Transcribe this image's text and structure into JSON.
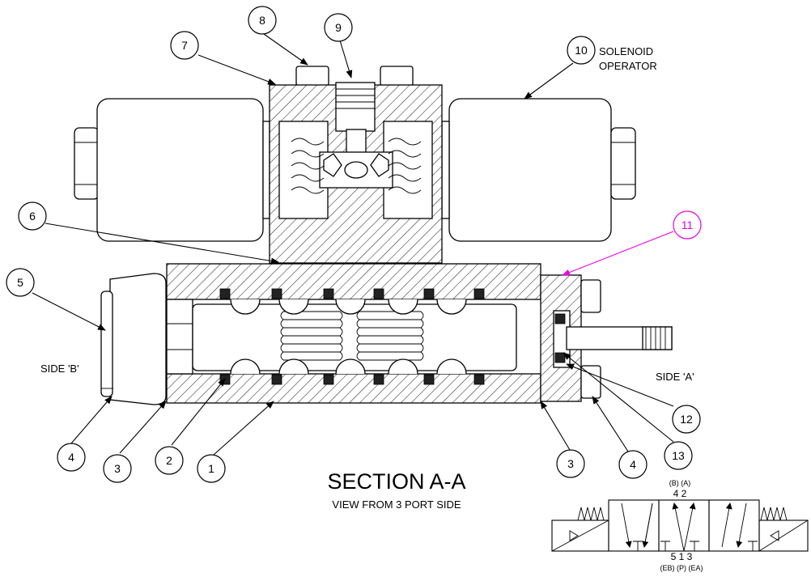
{
  "balloons": [
    {
      "id": "b1",
      "label": "1"
    },
    {
      "id": "b2",
      "label": "2"
    },
    {
      "id": "b3a",
      "label": "3"
    },
    {
      "id": "b3b",
      "label": "3"
    },
    {
      "id": "b4a",
      "label": "4"
    },
    {
      "id": "b4b",
      "label": "4"
    },
    {
      "id": "b5",
      "label": "5"
    },
    {
      "id": "b6",
      "label": "6"
    },
    {
      "id": "b7",
      "label": "7"
    },
    {
      "id": "b8",
      "label": "8"
    },
    {
      "id": "b9",
      "label": "9"
    },
    {
      "id": "b10",
      "label": "10"
    },
    {
      "id": "b11",
      "label": "11"
    },
    {
      "id": "b12",
      "label": "12"
    },
    {
      "id": "b13",
      "label": "13"
    }
  ],
  "callouts": {
    "solenoid_line1": "SOLENOID",
    "solenoid_line2": "OPERATOR",
    "side_b": "SIDE 'B'",
    "side_a": "SIDE 'A'"
  },
  "section": {
    "title": "SECTION A-A",
    "subtitle": "VIEW FROM 3 PORT SIDE"
  },
  "symbol": {
    "top_codes": "(B)  (A)",
    "top_ports": "4  2",
    "bottom_ports": "5   1   3",
    "bottom_codes": "(EB) (P) (EA)"
  },
  "colors": {
    "line": "#000000",
    "balloon_11": "#e600e6",
    "background": "#ffffff"
  }
}
